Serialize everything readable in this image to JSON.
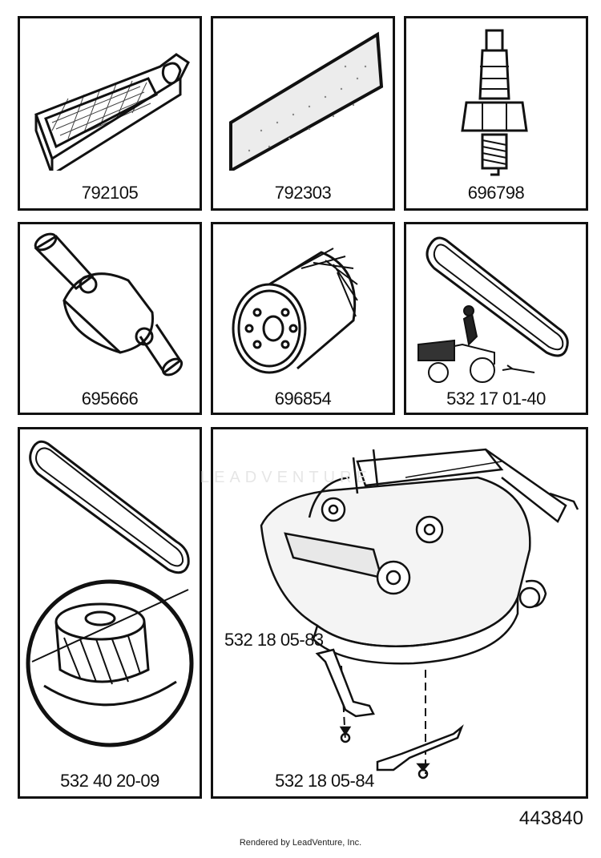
{
  "parts": [
    {
      "id": "p1",
      "number": "792105",
      "icon": "air-filter-icon"
    },
    {
      "id": "p2",
      "number": "792303",
      "icon": "pre-filter-icon"
    },
    {
      "id": "p3",
      "number": "696798",
      "icon": "spark-plug-icon"
    },
    {
      "id": "p4",
      "number": "695666",
      "icon": "fuel-filter-icon"
    },
    {
      "id": "p5",
      "number": "696854",
      "icon": "oil-filter-icon"
    },
    {
      "id": "p6",
      "number": "532 17 01-40",
      "icon": "drive-belt-icon"
    },
    {
      "id": "p7",
      "number": "532 40 20-09",
      "icon": "deck-belt-pulley-icon"
    },
    {
      "id": "p8a",
      "number": "532 18 05-83",
      "icon": "blade-left-icon"
    },
    {
      "id": "p8b",
      "number": "532 18 05-84",
      "icon": "blade-right-icon"
    }
  ],
  "document_number": "443840",
  "watermark": "LEADVENTURE",
  "footer": "Rendered by LeadVenture, Inc."
}
